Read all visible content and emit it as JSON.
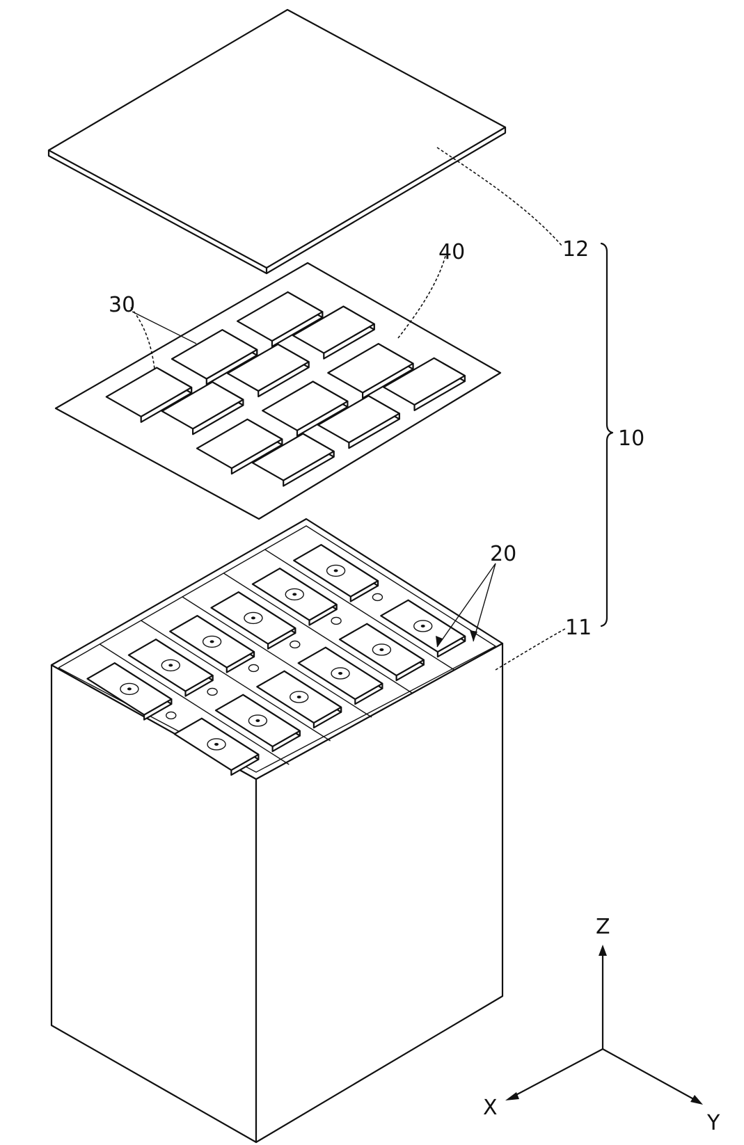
{
  "labels": {
    "cover": "12",
    "assembly": "10",
    "housing": "11",
    "cell": "20",
    "busbar": "30",
    "board": "40"
  },
  "axes": {
    "z": "Z",
    "x": "X",
    "y": "Y"
  }
}
